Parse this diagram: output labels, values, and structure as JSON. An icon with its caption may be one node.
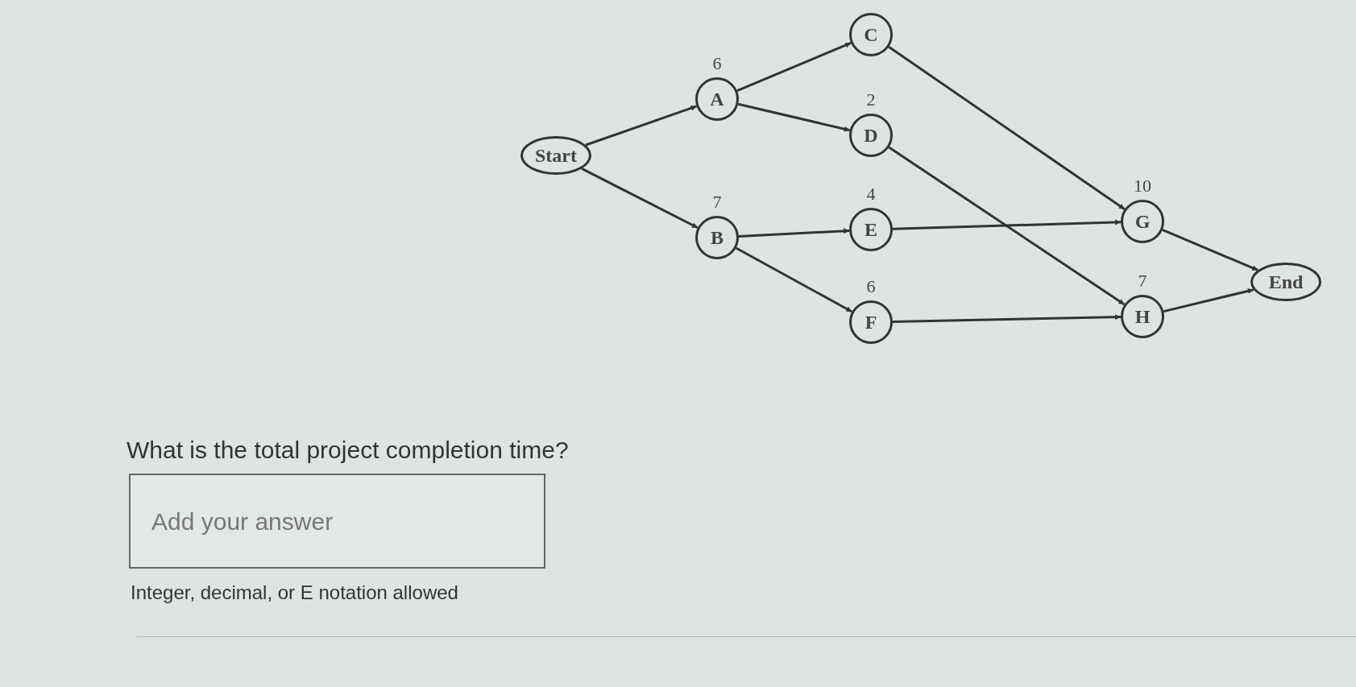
{
  "diagram": {
    "nodes": [
      {
        "text": [
          "Start"
        ]
      },
      {
        "text": [
          "A"
        ],
        "beside": [
          "6"
        ]
      },
      {
        "text": [
          "B"
        ],
        "beside": [
          "7"
        ]
      },
      {
        "text": [
          "C"
        ]
      },
      {
        "text": [
          "D"
        ],
        "beside": [
          "2"
        ]
      },
      {
        "text": [
          "E"
        ],
        "beside": [
          "4"
        ]
      },
      {
        "text": [
          "F"
        ],
        "beside": [
          "6"
        ]
      },
      {
        "text": [
          "G"
        ],
        "beside": [
          "10"
        ]
      },
      {
        "text": [
          "H"
        ],
        "beside": [
          "7"
        ]
      },
      {
        "text": [
          "End"
        ]
      }
    ],
    "edges": [
      {
        "from": 0,
        "to": 1,
        "arrow": "to"
      },
      {
        "from": 0,
        "to": 2,
        "arrow": "to"
      },
      {
        "from": 1,
        "to": 3,
        "arrow": "to"
      },
      {
        "from": 1,
        "to": 4,
        "arrow": "to"
      },
      {
        "from": 2,
        "to": 5,
        "arrow": "to"
      },
      {
        "from": 2,
        "to": 6,
        "arrow": "to"
      },
      {
        "from": 3,
        "to": 7,
        "arrow": "to"
      },
      {
        "from": 4,
        "to": 8,
        "arrow": "to"
      },
      {
        "from": 5,
        "to": 7,
        "arrow": "to"
      },
      {
        "from": 6,
        "to": 8,
        "arrow": "to"
      },
      {
        "from": 7,
        "to": 9,
        "arrow": "to"
      },
      {
        "from": 8,
        "to": 9,
        "arrow": "to"
      }
    ],
    "labels": [
      "What is the total project completion time?",
      "Add your answer",
      "Integer, decimal, or E notation allowed"
    ]
  }
}
